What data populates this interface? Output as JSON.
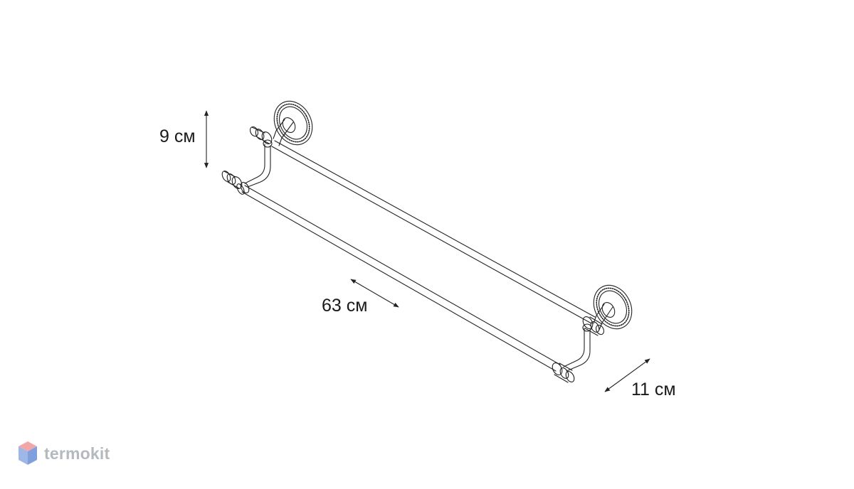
{
  "dimensions": {
    "height": "9 см",
    "length": "63 см",
    "depth": "11 см"
  },
  "brand": {
    "name": "termokit",
    "colors": {
      "top": "#f1a7a8",
      "left": "#9fb7e6",
      "right": "#7fa0dc",
      "text": "#b5b9bd"
    }
  },
  "drawing": {
    "line_color": "#222222"
  }
}
